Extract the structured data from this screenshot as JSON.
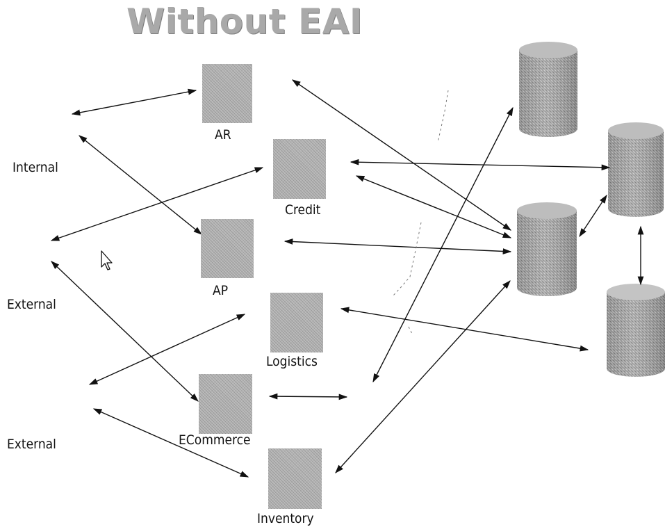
{
  "title": "Without EAI",
  "sources": [
    {
      "id": "internal",
      "label": "Internal"
    },
    {
      "id": "external1",
      "label": "External"
    },
    {
      "id": "external2",
      "label": "External"
    }
  ],
  "systems": [
    {
      "id": "ar",
      "label": "AR"
    },
    {
      "id": "credit",
      "label": "Credit"
    },
    {
      "id": "ap",
      "label": "AP"
    },
    {
      "id": "logistics",
      "label": "Logistics"
    },
    {
      "id": "ecommerce",
      "label": "ECommerce"
    },
    {
      "id": "inventory",
      "label": "Inventory"
    }
  ],
  "databases": [
    "db1",
    "db2",
    "db3",
    "db4"
  ],
  "colors": {
    "title": "#a9a9a9",
    "box": "#b4b4b4",
    "db": "#a8a8a8",
    "line": "#111111"
  }
}
